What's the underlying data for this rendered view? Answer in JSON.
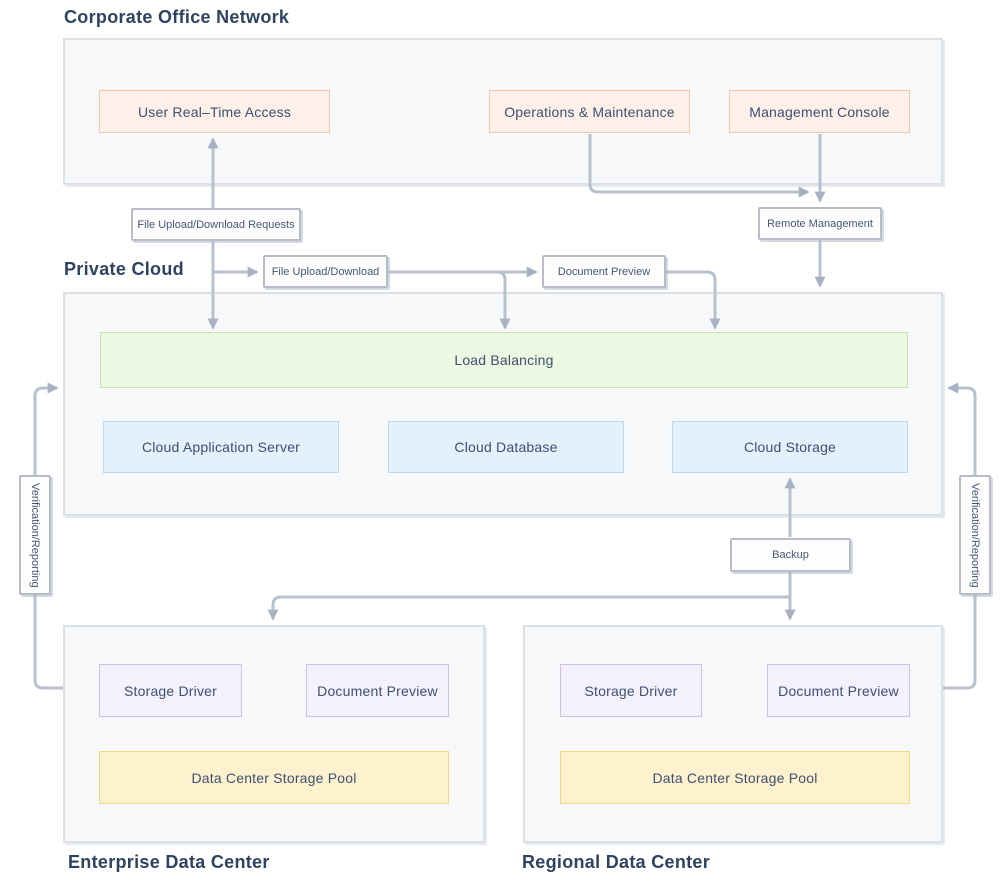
{
  "titles": {
    "corporate": "Corporate Office Network",
    "private_cloud": "Private Cloud",
    "enterprise_dc": "Enterprise Data Center",
    "regional_dc": "Regional Data Center"
  },
  "boxes": {
    "user_access": {
      "label": "User Real–Time Access"
    },
    "operations": {
      "label": "Operations & Maintenance"
    },
    "management_console": {
      "label": "Management Console"
    },
    "load_balancing": {
      "label": "Load Balancing"
    },
    "cloud_app_server": {
      "label": "Cloud Application Server"
    },
    "cloud_database": {
      "label": "Cloud Database"
    },
    "cloud_storage": {
      "label": "Cloud Storage"
    },
    "ent_storage_driver": {
      "label": "Storage Driver"
    },
    "ent_document_preview": {
      "label": "Document Preview"
    },
    "ent_storage_pool": {
      "label": "Data Center Storage Pool"
    },
    "reg_storage_driver": {
      "label": "Storage Driver"
    },
    "reg_document_preview": {
      "label": "Document Preview"
    },
    "reg_storage_pool": {
      "label": "Data Center Storage Pool"
    }
  },
  "edge_labels": {
    "upload_requests": "File Upload/Download Requests",
    "file_upload_download": "File Upload/Download",
    "document_preview": "Document Preview",
    "remote_management": "Remote Management",
    "backup": "Backup",
    "verification_left": "Verification/Reporting",
    "verification_right": "Verification/Reporting"
  },
  "colors": {
    "background": "#ffffff",
    "container_fill": "#f7f8fa",
    "container_border": "#dbdfe6",
    "line": "#b8c1ce",
    "arrowhead": "#a7b1c1",
    "title_text": "#2d4360",
    "node_text": "#3c5070",
    "edge_label_text": "#465672",
    "pink_fill": "#fdf0e9",
    "pink_border": "#f5c7ab",
    "green_fill": "#edf8e2",
    "green_border": "#c4e5a9",
    "blue_fill": "#e4f1fb",
    "blue_border": "#bad8ef",
    "purple_fill": "#f5f1fc",
    "purple_border": "#cdc0ec",
    "yellow_fill": "#fdf2cd",
    "yellow_border": "#f1d78e"
  }
}
